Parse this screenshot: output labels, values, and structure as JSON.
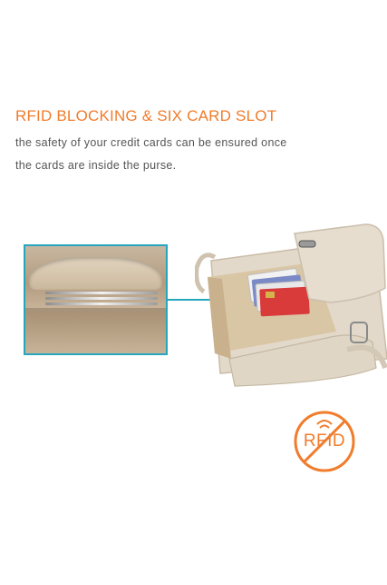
{
  "headline": "RFID BLOCKING & SIX CARD SLOT",
  "description": {
    "line1": "the safety of your credit cards can be ensured once",
    "line2": "the cards are inside the purse."
  },
  "badge": {
    "text": "RFID",
    "icon": "no-signal-icon"
  },
  "colors": {
    "accent_orange": "#f07c2c",
    "accent_teal": "#26a6bd",
    "body_text": "#555555",
    "purse_beige": "#ddd2c2"
  }
}
